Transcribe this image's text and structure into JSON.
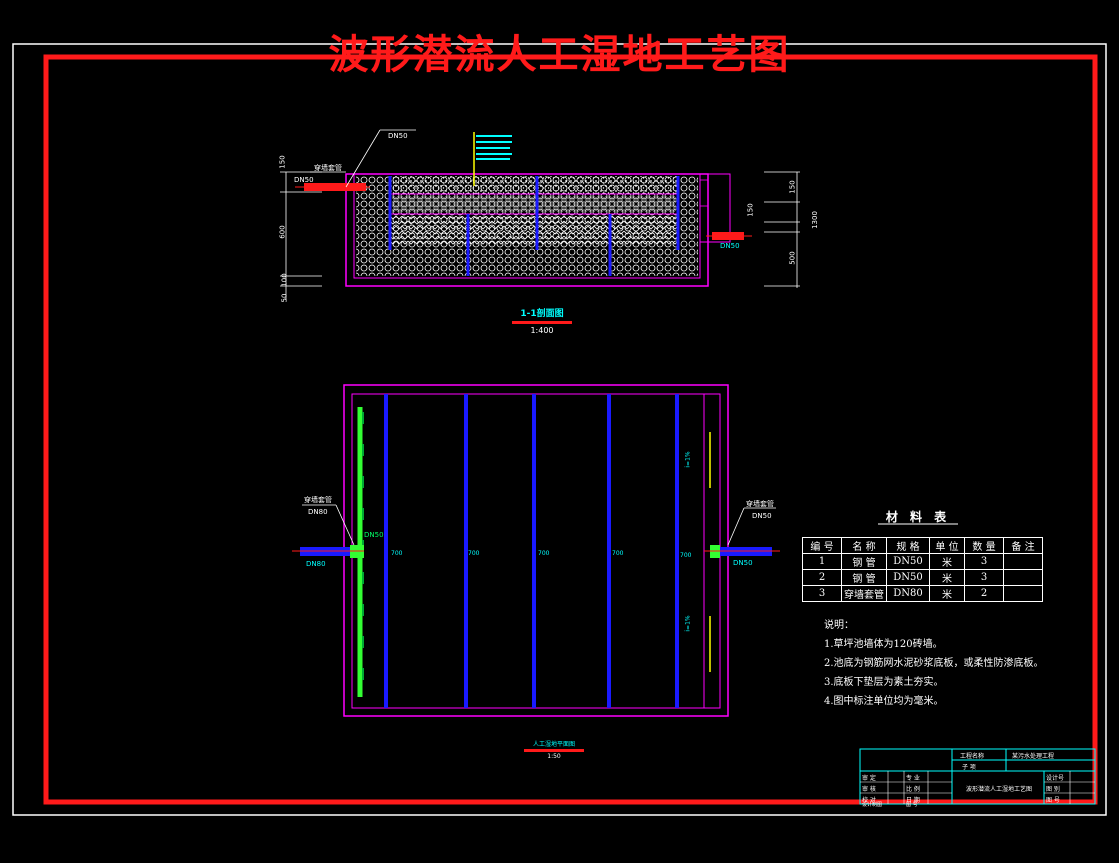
{
  "title": "波形潜流人工湿地工艺图",
  "section": {
    "caption": "1-1剖面图",
    "scale": "1:400",
    "pipe_inlet_label": "穿墙套管",
    "pipe_top_label": "DN50",
    "pipe_inlet_size": "DN50",
    "pipe_outlet_size": "DN50",
    "dim_left": [
      "150",
      "600",
      "100",
      "50"
    ],
    "dim_right": [
      "150",
      "150",
      "500",
      "1300"
    ]
  },
  "plan": {
    "left_label": "穿墙套管",
    "left_size": "DN80",
    "left_pipe_size": "DN50",
    "left_bottom_size": "DN80",
    "right_label": "穿墙套管",
    "right_size": "DN50",
    "right_pipe_size": "DN50",
    "slope_top": "i=1%",
    "slope_bottom": "i=1%",
    "baffle_labels": [
      "700",
      "700",
      "700",
      "700",
      "700"
    ],
    "caption": "人工湿地平面图",
    "scale": "1:50"
  },
  "materials": {
    "title": "材 料 表",
    "headers": [
      "编 号",
      "名 称",
      "规 格",
      "单 位",
      "数 量",
      "备 注"
    ],
    "rows": [
      [
        "1",
        "钢  管",
        "DN50",
        "米",
        "3",
        ""
      ],
      [
        "2",
        "钢  管",
        "DN50",
        "米",
        "3",
        ""
      ],
      [
        "3",
        "穿墙套管",
        "DN80",
        "米",
        "2",
        ""
      ]
    ]
  },
  "notes": {
    "heading": "说明：",
    "items": [
      "1.草坪池墙体为120砖墙。",
      "2.池底为钢筋网水泥砂浆底板，或柔性防渗底板。",
      "3.底板下垫层为素土夯实。",
      "4.图中标注单位均为毫米。"
    ]
  },
  "title_block": {
    "project_name_label": "工程名称",
    "project_name": "某污水处理工程",
    "subproject_label": "子  项",
    "drawing_name": "波形潜流人工湿地工艺图",
    "roles": [
      "审  定",
      "审  核",
      "校  对",
      "设计制图"
    ],
    "roles_right": [
      "专  业",
      "比  例",
      "日  期",
      "图  号"
    ],
    "right_labels": [
      "设计号",
      "图  别",
      "图  号"
    ]
  },
  "colors": {
    "frame": "#ff1a1a",
    "wall": "#ff00ff",
    "baffle": "#1a1aff",
    "inlet_pipe": "#ff1a1a",
    "plan_pipe": "#1a1aff",
    "distributor": "#33ff33",
    "slope": "#ffff00",
    "titleblock": "#00ffff"
  }
}
